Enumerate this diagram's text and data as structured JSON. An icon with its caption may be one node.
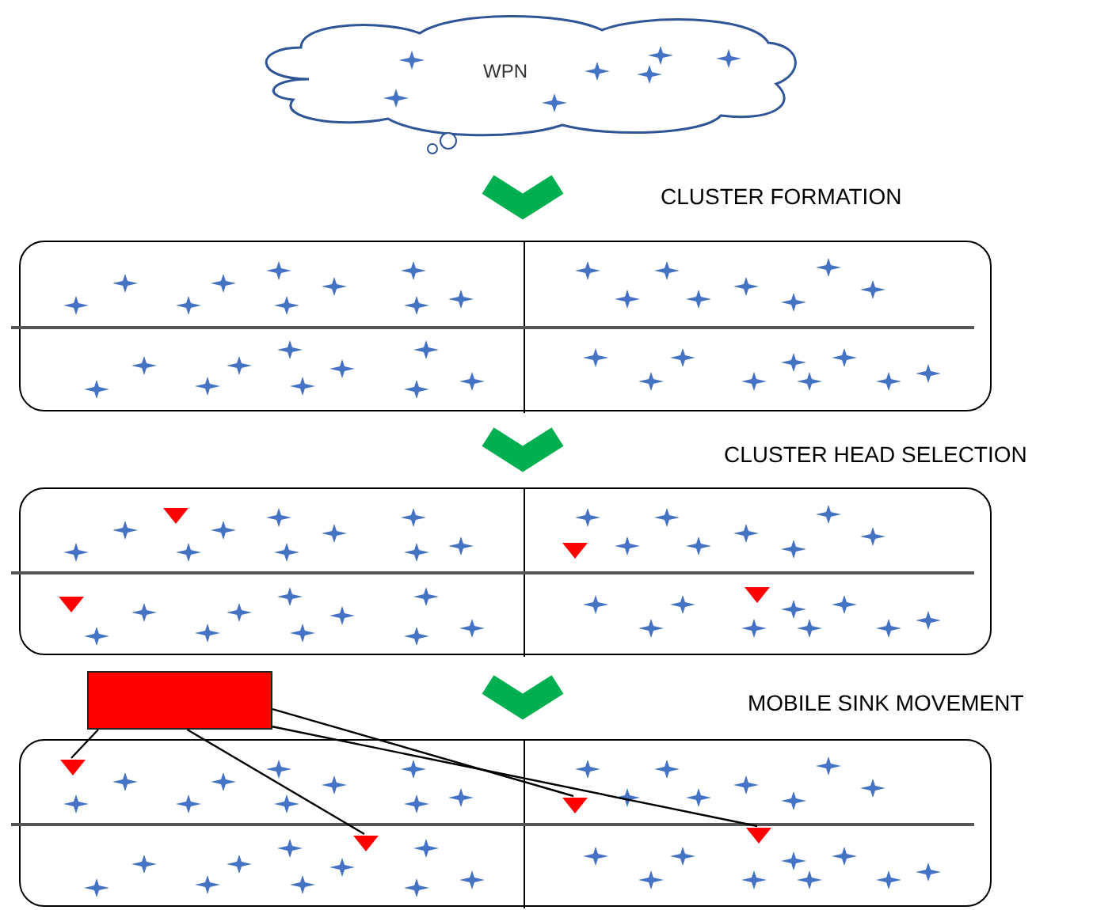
{
  "diagram": {
    "nodes": [
      {
        "text": [
          "WPN"
        ]
      },
      {
        "text": [],
        "shape": "box"
      },
      {
        "text": [],
        "shape": "box"
      },
      {
        "text": [],
        "shape": "box"
      },
      {
        "text": [],
        "shape": "box"
      },
      {
        "text": [],
        "shape": "triangle",
        "in": 4
      },
      {
        "text": [],
        "shape": "triangle",
        "in": 4
      },
      {
        "text": [],
        "shape": "triangle",
        "in": 4
      },
      {
        "text": [],
        "shape": "triangle",
        "in": 4
      }
    ],
    "edges": [
      {
        "from": 0,
        "to": 1,
        "arrow": "to",
        "style": "thick",
        "color": "#00b050"
      },
      {
        "from": 1,
        "to": 2,
        "arrow": "to",
        "style": "thick",
        "color": "#00b050"
      },
      {
        "from": 2,
        "to": 4,
        "arrow": "to",
        "style": "thick",
        "color": "#00b050"
      },
      {
        "from": 3,
        "to": 5,
        "arrow": "none"
      },
      {
        "from": 3,
        "to": 6,
        "arrow": "none"
      },
      {
        "from": 3,
        "to": 7,
        "arrow": "none"
      },
      {
        "from": 3,
        "to": 8,
        "arrow": "none"
      }
    ],
    "labels": [
      "CLUSTER FORMATION",
      "CLUSTER HEAD SELECTION",
      "MOBILE SINK MOVEMENT"
    ]
  }
}
